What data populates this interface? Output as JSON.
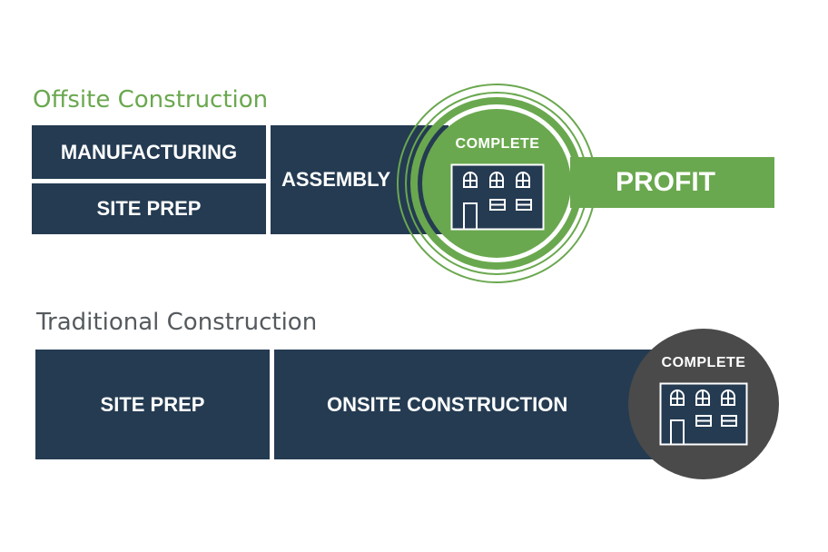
{
  "offsite": {
    "heading": "Offsite Construction",
    "blocks": {
      "manufacturing": "MANUFACTURING",
      "site_prep": "SITE PREP",
      "assembly": "ASSEMBLY"
    },
    "complete_label": "COMPLETE",
    "profit_label": "PROFIT"
  },
  "traditional": {
    "heading": "Traditional Construction",
    "blocks": {
      "site_prep": "SITE PREP",
      "onsite_construction": "ONSITE CONSTRUCTION"
    },
    "complete_label": "COMPLETE"
  },
  "colors": {
    "navy": "#243b52",
    "green": "#6aa84f",
    "gray": "#4a4a4a",
    "heading_gray": "#555a5e"
  },
  "icons": {
    "building": "building-icon"
  }
}
